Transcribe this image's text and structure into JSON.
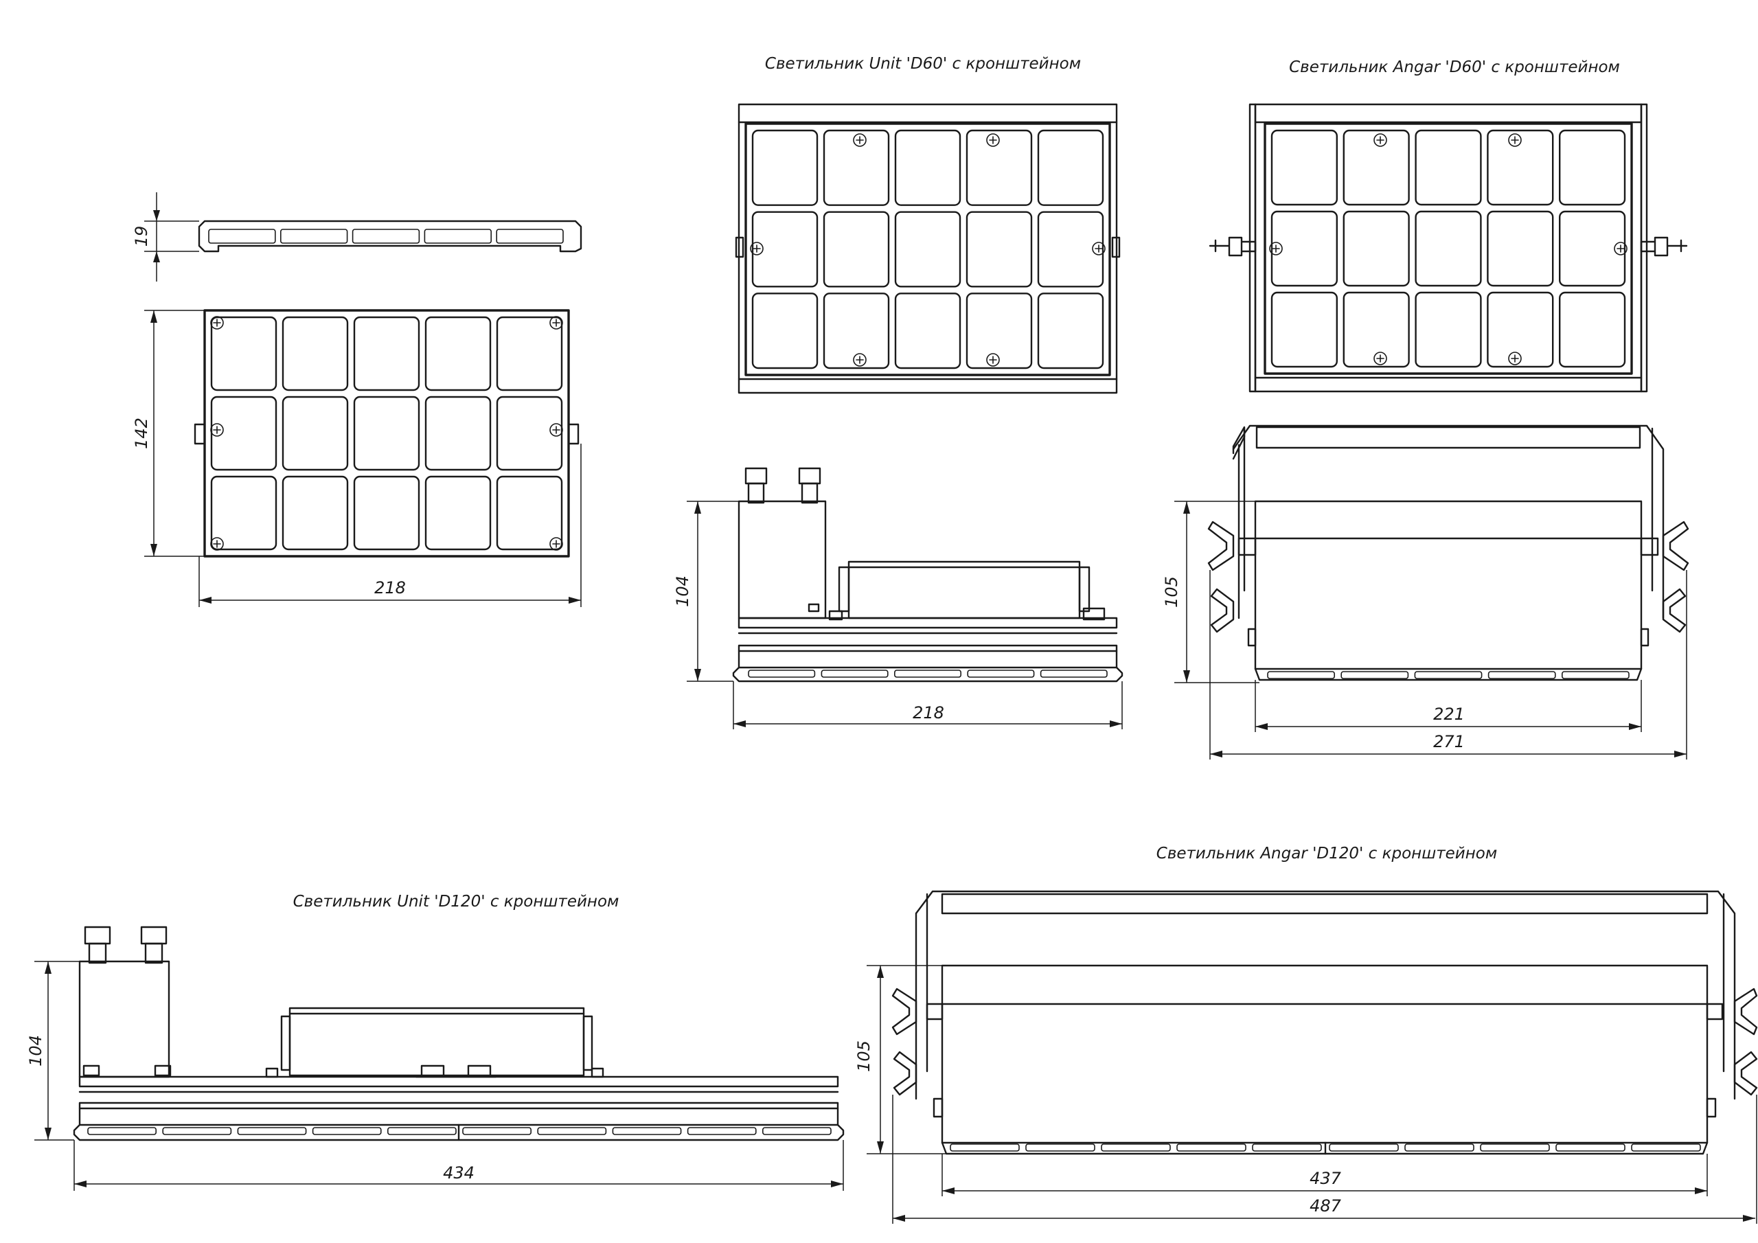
{
  "views": {
    "unit_d60": {
      "title": "Светильник Unit 'D60' с кронштейном",
      "width": "218",
      "height": "104"
    },
    "angar_d60": {
      "title": "Светильник Angar 'D60' с кронштейном",
      "width_inner": "221",
      "width_outer": "271",
      "height": "105"
    },
    "module_d60": {
      "width": "218",
      "height": "142",
      "thickness": "19"
    },
    "unit_d120": {
      "title": "Светильник Unit 'D120' с кронштейном",
      "width": "434",
      "height": "104"
    },
    "angar_d120": {
      "title": "Светильник Angar 'D120' с кронштейном",
      "width_inner": "437",
      "width_outer": "487",
      "height": "105"
    }
  }
}
